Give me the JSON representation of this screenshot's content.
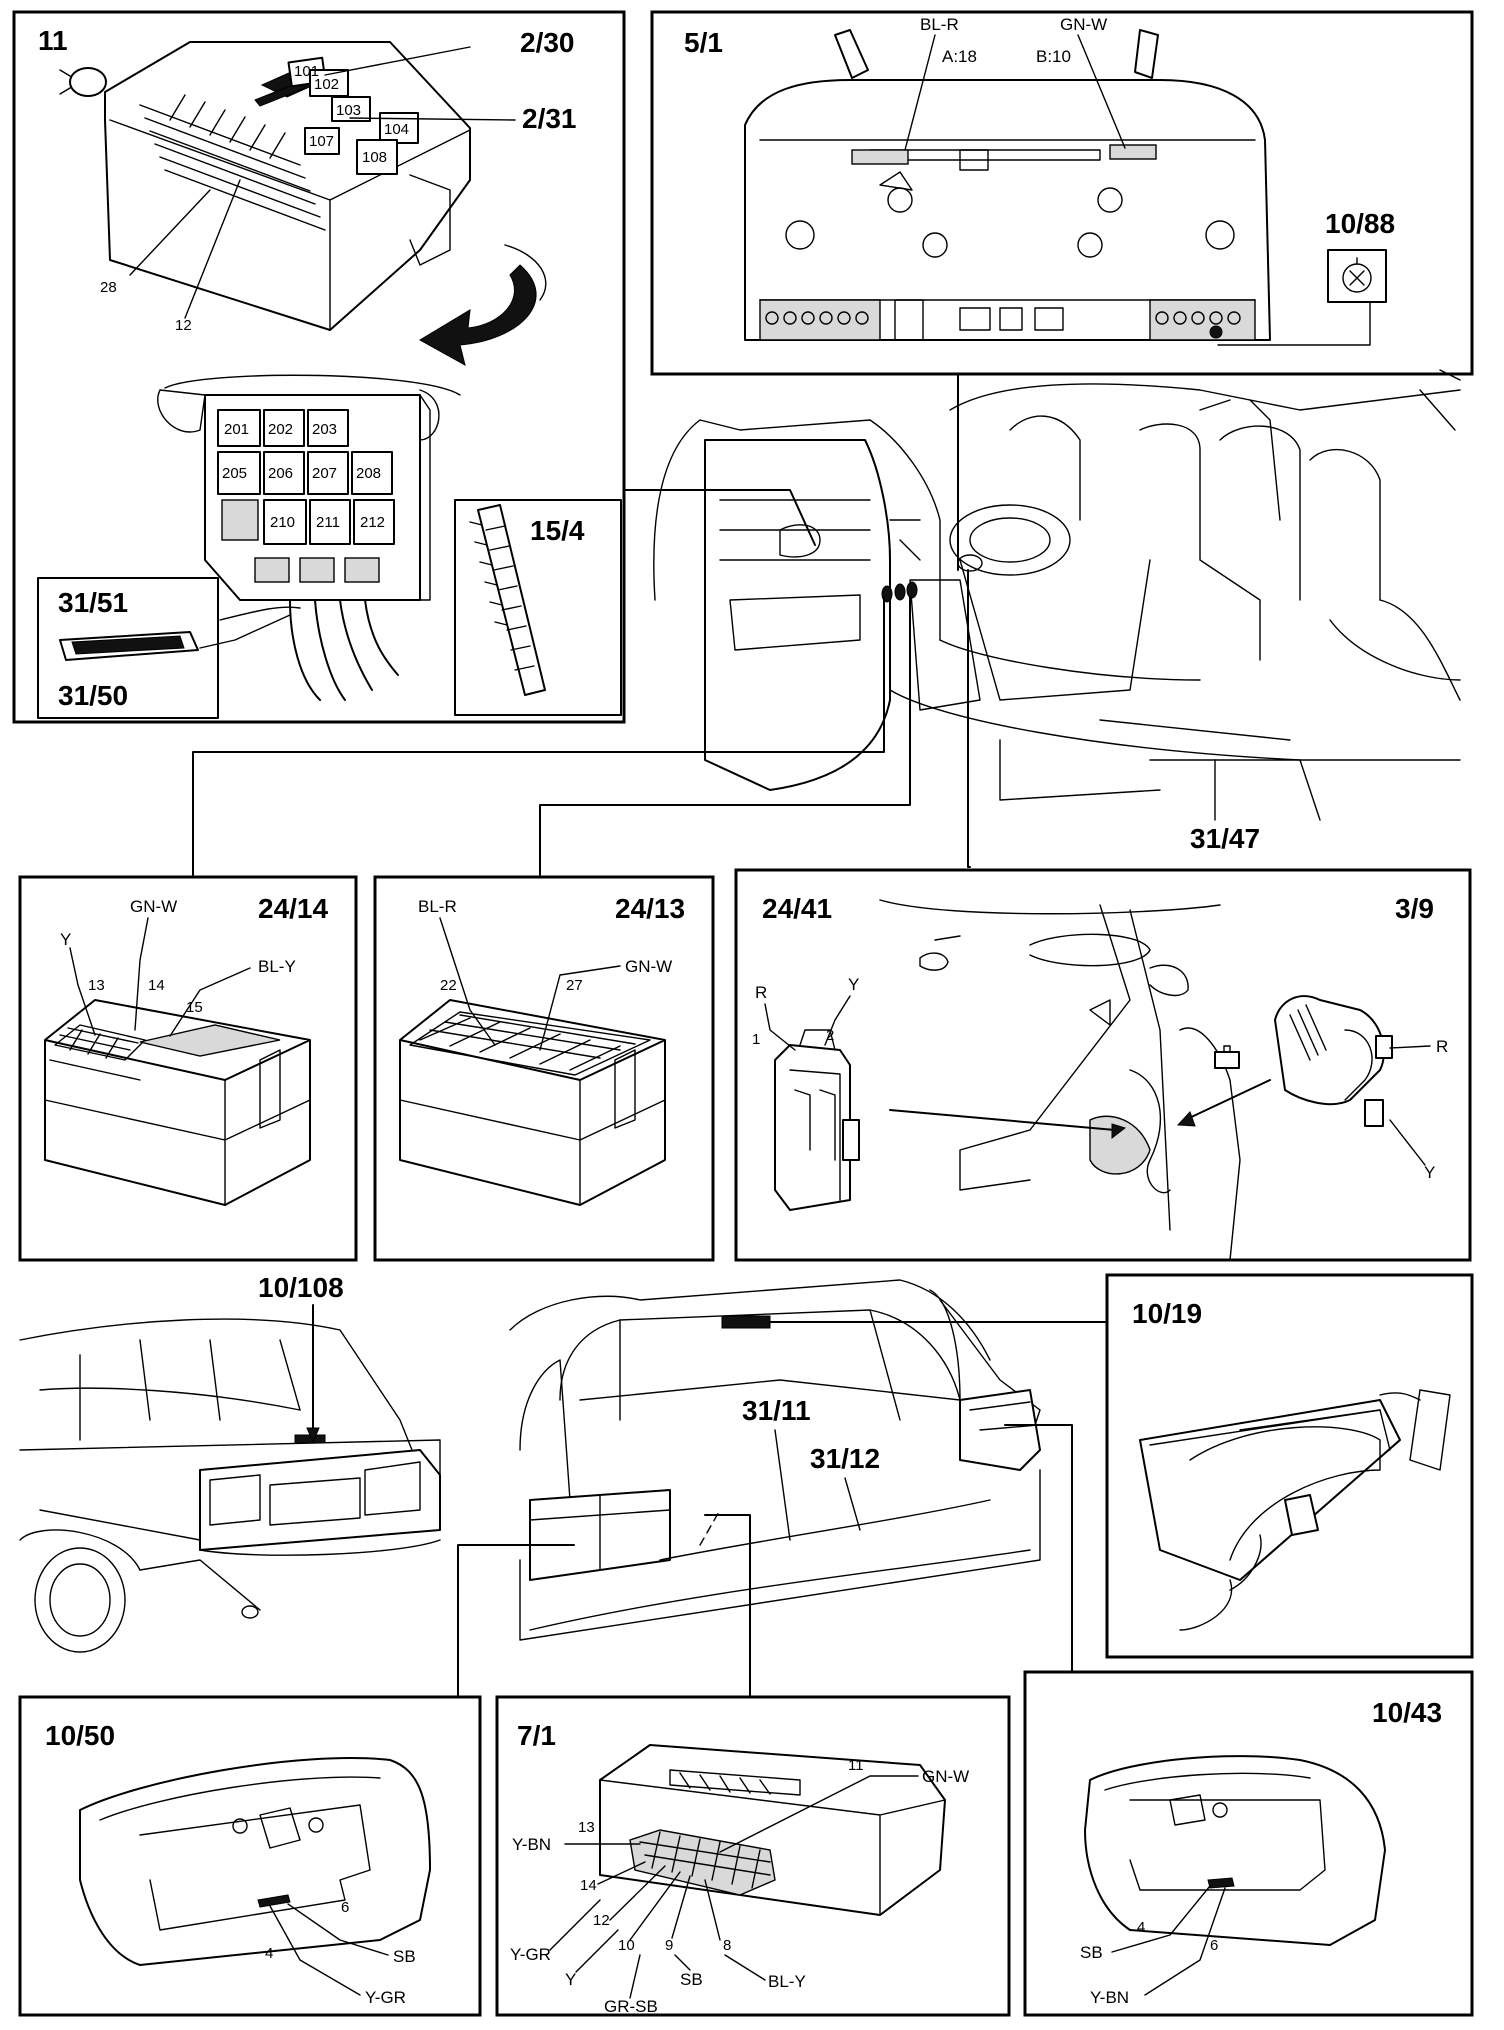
{
  "panels": {
    "p11": {
      "id": "11",
      "c_2_30": "2/30",
      "c_2_31": "2/31",
      "n28": "28",
      "n12": "12",
      "fuses": [
        "101",
        "102",
        "103",
        "104",
        "107",
        "108"
      ],
      "relays": [
        "201",
        "202",
        "203",
        "205",
        "206",
        "207",
        "208",
        "210",
        "211",
        "212"
      ]
    },
    "p15_4": {
      "id": "15/4"
    },
    "p31_51": {
      "id": "31/51",
      "sub": "31/50"
    },
    "p5_1": {
      "id": "5/1",
      "w1": "BL-R",
      "w1pin": "A:18",
      "w2": "GN-W",
      "w2pin": "B:10",
      "bulb": "10/88"
    },
    "car_front": {
      "c31_47": "31/47"
    },
    "p24_14": {
      "id": "24/14",
      "wires": [
        "GN-W",
        "Y",
        "BL-Y"
      ],
      "pins": [
        "13",
        "14",
        "15"
      ]
    },
    "p24_13": {
      "id": "24/13",
      "wires": [
        "BL-R",
        "GN-W"
      ],
      "pins": [
        "22",
        "27"
      ]
    },
    "p24_41": {
      "id": "24/41",
      "ref": "3/9",
      "wires": [
        "R",
        "Y",
        "R",
        "Y"
      ],
      "pins": [
        "1",
        "2"
      ]
    },
    "car_rear": {
      "c10_108": "10/108",
      "c31_11": "31/11",
      "c31_12": "31/12"
    },
    "p10_19": {
      "id": "10/19"
    },
    "p10_50": {
      "id": "10/50",
      "pins": [
        "6",
        "4"
      ],
      "wires": [
        "SB",
        "Y-GR"
      ]
    },
    "p7_1": {
      "id": "7/1",
      "pins": [
        "11",
        "13",
        "14",
        "12",
        "10",
        "9",
        "8"
      ],
      "wires": [
        "GN-W",
        "Y-BN",
        "Y-GR",
        "Y",
        "GR-SB",
        "SB",
        "BL-Y"
      ]
    },
    "p10_43": {
      "id": "10/43",
      "pins": [
        "4",
        "6"
      ],
      "wires": [
        "SB",
        "Y-BN"
      ]
    }
  }
}
